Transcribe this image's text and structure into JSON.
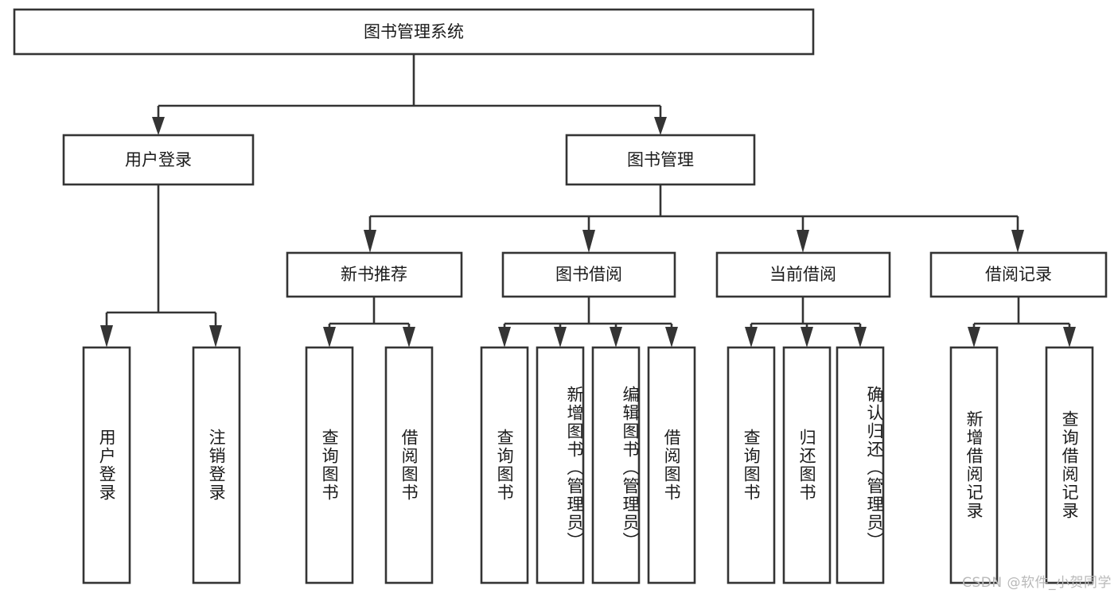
{
  "diagram": {
    "title": "图书管理系统",
    "type": "tree",
    "orientation": "top-down",
    "background_color": "#ffffff",
    "box_stroke_color": "#343434",
    "box_fill_color": "#ffffff",
    "text_color": "#1b1b1b",
    "root": {
      "label": "图书管理系统",
      "orientation": "horizontal"
    },
    "level2": [
      {
        "label": "用户登录",
        "orientation": "horizontal"
      },
      {
        "label": "图书管理",
        "orientation": "horizontal"
      }
    ],
    "level3": [
      {
        "label": "新书推荐",
        "orientation": "horizontal",
        "parent": "图书管理"
      },
      {
        "label": "图书借阅",
        "orientation": "horizontal",
        "parent": "图书管理"
      },
      {
        "label": "当前借阅",
        "orientation": "horizontal",
        "parent": "图书管理"
      },
      {
        "label": "借阅记录",
        "orientation": "horizontal",
        "parent": "图书管理"
      }
    ],
    "leaves": {
      "user_login": [
        {
          "label": "用户登录",
          "orientation": "vertical"
        },
        {
          "label": "注销登录",
          "orientation": "vertical"
        }
      ],
      "new_book_recommend": [
        {
          "label": "查询图书",
          "orientation": "vertical"
        },
        {
          "label": "借阅图书",
          "orientation": "vertical"
        }
      ],
      "book_borrow": [
        {
          "label": "查询图书",
          "orientation": "vertical"
        },
        {
          "label": "新增图书（管理员）",
          "orientation": "vertical"
        },
        {
          "label": "编辑图书（管理员）",
          "orientation": "vertical"
        },
        {
          "label": "借阅图书",
          "orientation": "vertical"
        }
      ],
      "current_borrow": [
        {
          "label": "查询图书",
          "orientation": "vertical"
        },
        {
          "label": "归还图书",
          "orientation": "vertical"
        },
        {
          "label": "确认归还（管理员）",
          "orientation": "vertical"
        }
      ],
      "borrow_record": [
        {
          "label": "新增借阅记录",
          "orientation": "vertical"
        },
        {
          "label": "查询借阅记录",
          "orientation": "vertical"
        }
      ]
    }
  },
  "watermark": {
    "text": "CSDN @软件_小贺同学",
    "color": "#b9b9b9"
  }
}
